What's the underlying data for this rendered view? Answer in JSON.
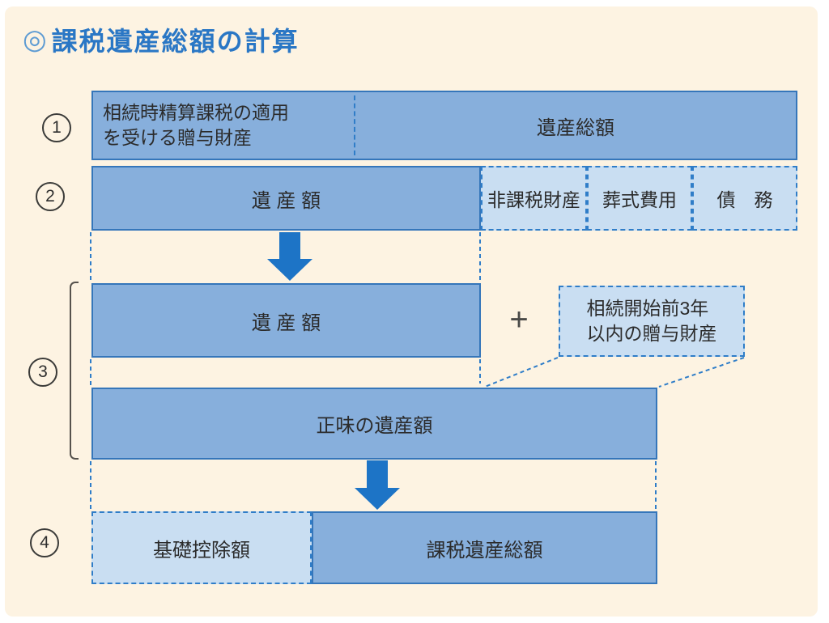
{
  "title": {
    "marker": "◎",
    "text": "課税遺産総額の計算"
  },
  "steps": [
    {
      "num": "1"
    },
    {
      "num": "2"
    },
    {
      "num": "3"
    },
    {
      "num": "4"
    }
  ],
  "boxes": {
    "row1": {
      "gift_property": "相続時精算課税の適用\nを受ける贈与財産",
      "estate_total": "遺産総額"
    },
    "row2": {
      "estate_amount": "遺 産 額",
      "nontaxable_property": "非課税財産",
      "funeral_expenses": "葬式費用",
      "debts": "債　務"
    },
    "row3": {
      "estate_amount": "遺 産 額",
      "plus_sign": "+",
      "gift_3years": "相続開始前3年\n以内の贈与財産",
      "net_estate": "正味の遺産額"
    },
    "row4": {
      "basic_deduction": "基礎控除額",
      "taxable_estate_total": "課税遺産総額"
    }
  },
  "colors": {
    "background": "#fdf3e2",
    "dark_box_fill": "#87afdc",
    "dark_box_border": "#3576ba",
    "light_box_fill": "#c9def2",
    "dashed_border": "#2f7dc8",
    "arrow": "#1d74c6",
    "title_blue": "#2a77c5",
    "text": "#2b2b2b"
  }
}
